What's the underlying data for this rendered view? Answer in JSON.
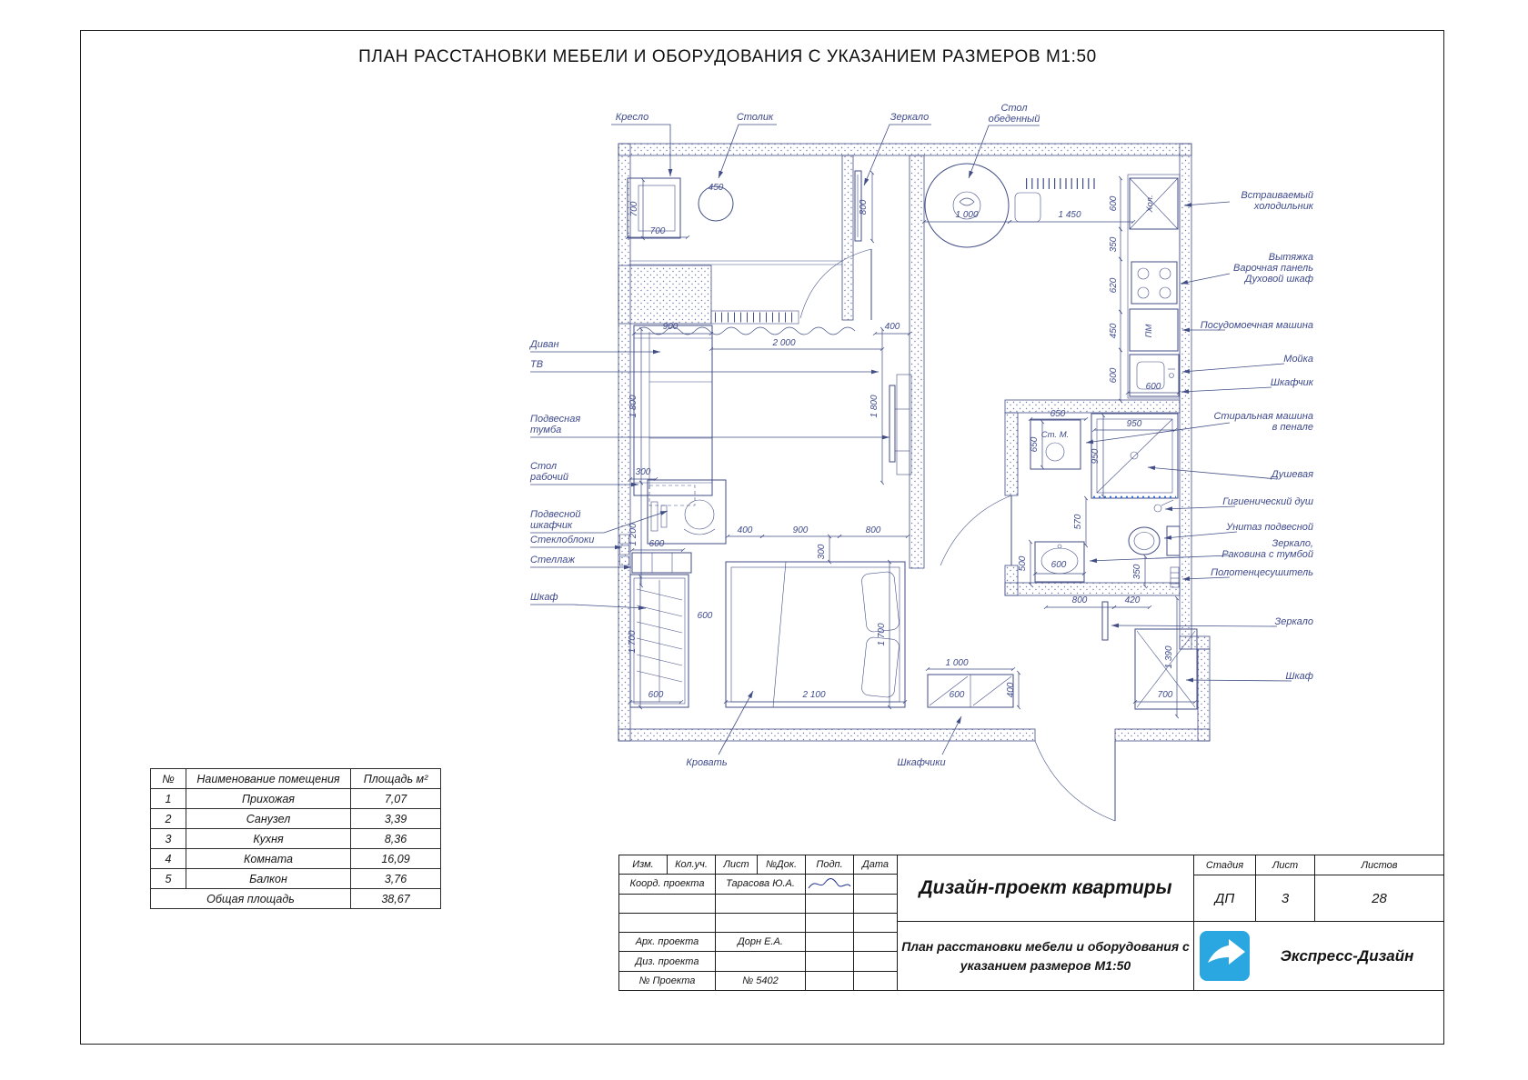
{
  "page": {
    "title": "ПЛАН РАССТАНОВКИ МЕБЕЛИ И ОБОРУДОВАНИЯ С УКАЗАНИЕМ РАЗМЕРОВ М1:50"
  },
  "plan": {
    "labels": {
      "armchair": "Кресло",
      "side_table": "Столик",
      "mirror_top": "Зеркало",
      "dining_table_1": "Стол",
      "dining_table_2": "обеденный",
      "sofa": "Диван",
      "tv": "ТВ",
      "hanging_cabinet_1": "Подвесная",
      "hanging_cabinet_2": "тумба",
      "desk_1": "Стол",
      "desk_2": "рабочий",
      "wall_cabinet_1": "Подвесной",
      "wall_cabinet_2": "шкафчик",
      "glass_blocks": "Стеклоблоки",
      "shelving": "Стеллаж",
      "wardrobe": "Шкаф",
      "bed": "Кровать",
      "cabinets": "Шкафчики",
      "fridge_1": "Встраиваемый",
      "fridge_2": "холодильник",
      "hood": "Вытяжка",
      "hob": "Варочная панель",
      "oven": "Духовой шкаф",
      "dishwasher": "Посудомоечная машина",
      "sink": "Мойка",
      "cupboard": "Шкафчик",
      "washer_1": "Стиральная машина",
      "washer_2": "в пенале",
      "shower": "Душевая",
      "hygienic_shower": "Гигиенический душ",
      "toilet": "Унитаз подвесной",
      "mirror_sink_1": "Зеркало,",
      "mirror_sink_2": "Раковина с тумбой",
      "towel_rail": "Полотенцесушитель",
      "mirror_hall": "Зеркало",
      "closet": "Шкаф"
    },
    "marks": {
      "fridge": "Хол.",
      "dishwasher": "ПМ",
      "washer": "Ст. М."
    },
    "dims": [
      "700",
      "700",
      "450",
      "800",
      "1 000",
      "1 450",
      "600",
      "350",
      "620",
      "450",
      "600",
      "600",
      "900",
      "400",
      "2 000",
      "1 800",
      "1 800",
      "300",
      "1 200",
      "600",
      "400",
      "900",
      "800",
      "300",
      "1 700",
      "600",
      "600",
      "2 100",
      "1 700",
      "1 000",
      "600",
      "400",
      "650",
      "650",
      "950",
      "950",
      "570",
      "500",
      "600",
      "350",
      "800",
      "420",
      "1 390",
      "700"
    ]
  },
  "area_table": {
    "headers": [
      "№",
      "Наименование помещения",
      "Площадь м²"
    ],
    "rows": [
      {
        "num": "1",
        "name": "Прихожая",
        "area": "7,07"
      },
      {
        "num": "2",
        "name": "Санузел",
        "area": "3,39"
      },
      {
        "num": "3",
        "name": "Кухня",
        "area": "8,36"
      },
      {
        "num": "4",
        "name": "Комната",
        "area": "16,09"
      },
      {
        "num": "5",
        "name": "Балкон",
        "area": "3,76"
      }
    ],
    "total_label": "Общая площадь",
    "total_value": "38,67"
  },
  "title_block": {
    "header": [
      "Изм.",
      "Кол.уч.",
      "Лист",
      "№Док.",
      "Подп.",
      "Дата"
    ],
    "rows": [
      {
        "label": "Коорд. проекта",
        "value": "Тарасова Ю.А."
      },
      {
        "label": "Арх. проекта",
        "value": "Дорн Е.А."
      },
      {
        "label": "Диз. проекта",
        "value": ""
      },
      {
        "label": "№ Проекта",
        "value": "№ 5402"
      }
    ],
    "project_title": "Дизайн-проект квартиры",
    "sheet_title_1": "План расстановки мебели и оборудования с",
    "sheet_title_2": "указанием размеров  М1:50",
    "stage_label": "Стадия",
    "sheet_label": "Лист",
    "sheets_label": "Листов",
    "stage_value": "ДП",
    "sheet_value": "3",
    "sheets_value": "28",
    "company": "Экспресс-Дизайн"
  }
}
